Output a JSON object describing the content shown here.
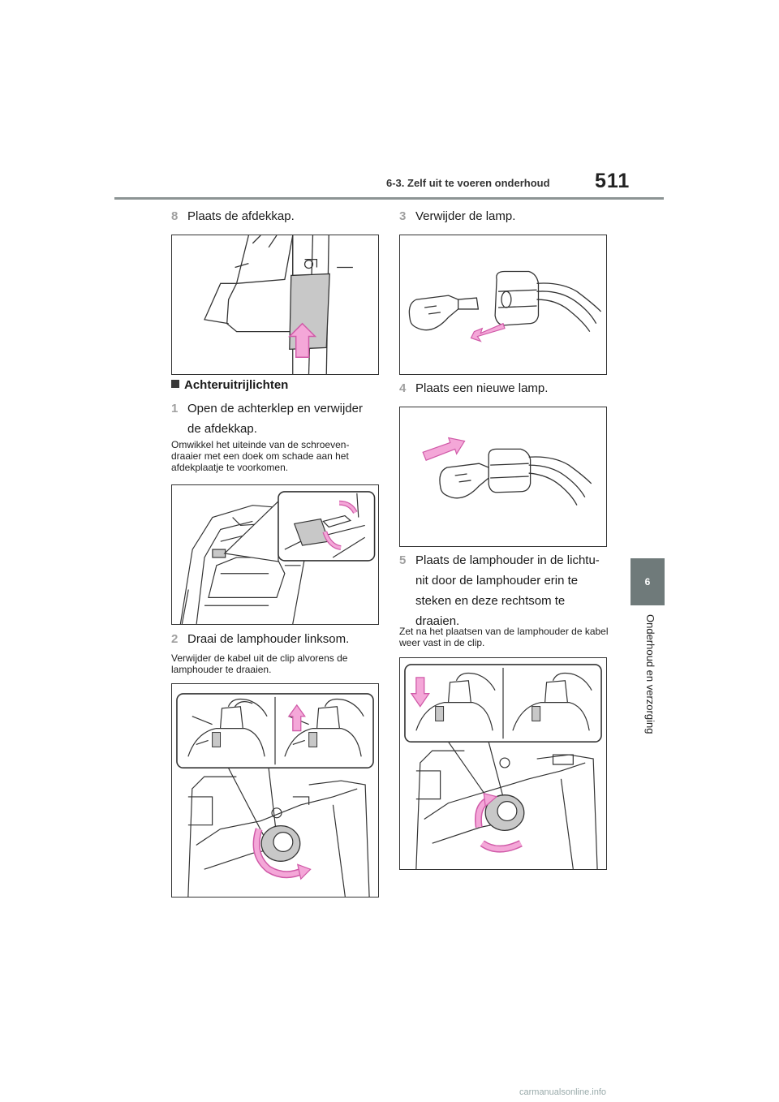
{
  "header": {
    "section": "6-3. Zelf uit te voeren onderhoud",
    "page_number": "511"
  },
  "side_tab": {
    "chapter": "6",
    "label": "Onderhoud en verzorging"
  },
  "left_column": {
    "step8": {
      "num": "8",
      "text": "Plaats de afdekkap."
    },
    "heading": "Achteruitrijlichten",
    "step1": {
      "num": "1",
      "text": "Open de achterklep en verwijder de afdekkap."
    },
    "note1": "Omwikkel het uiteinde van de schroeven-draaier met een doek om schade aan het afdekplaatje te voorkomen.",
    "step2": {
      "num": "2",
      "text": "Draai de lamphouder linksom."
    },
    "note2": "Verwijder de kabel uit de clip alvorens de lamphouder te draaien."
  },
  "right_column": {
    "step3": {
      "num": "3",
      "text": "Verwijder de lamp."
    },
    "step4": {
      "num": "4",
      "text": "Plaats een nieuwe lamp."
    },
    "step5": {
      "num": "5",
      "text": "Plaats de lamphouder in de lichtu-nit door de lamphouder erin te steken en deze rechtsom te draaien."
    },
    "note5": "Zet na het plaatsen van de lamphouder de kabel weer vast in de clip."
  },
  "footer": {
    "watermark": "carmanualsonline.info"
  },
  "colors": {
    "arrow": "#f4a7d8",
    "arrow_stroke": "#d05aa8",
    "rule": "#8c9494",
    "tab": "#6f7a7a"
  }
}
